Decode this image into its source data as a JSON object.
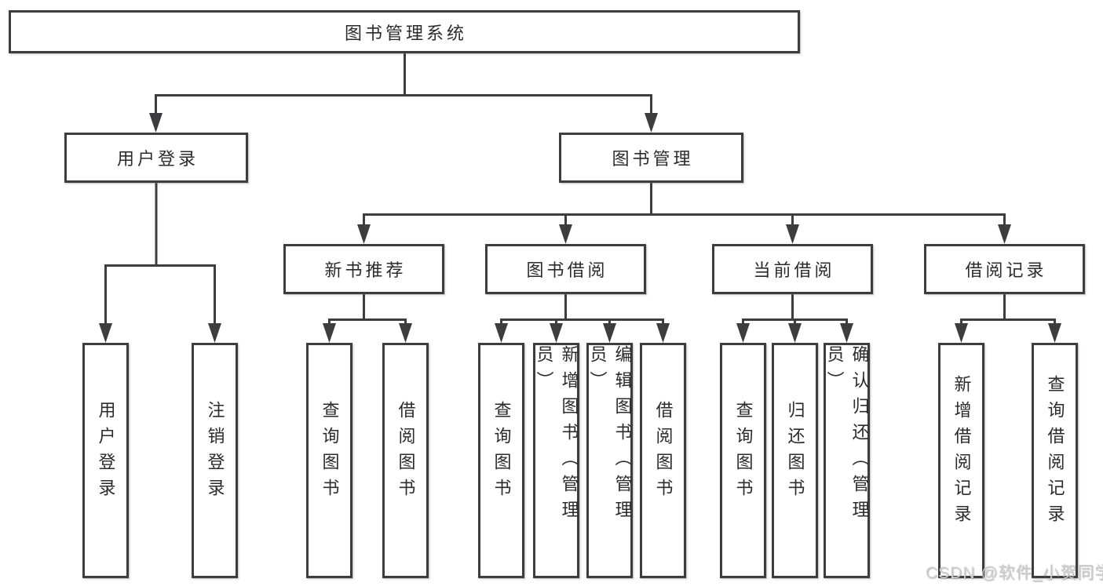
{
  "page": {
    "background": "#ffffff"
  },
  "colors": {
    "line": "#3d3d3f",
    "node_border": "#3d3d3f",
    "node_text": "#2b2b2b",
    "node_background": "#ffffff",
    "watermark_text_color": "#cfcfcf"
  },
  "watermark": {
    "text": "CSDN @软件_小贺同学"
  },
  "diagram": {
    "type": "tree",
    "tree": {
      "label": "图书管理系统",
      "children": [
        {
          "label": "用户登录",
          "children": [
            {
              "label": "用户登录"
            },
            {
              "label": "注销登录"
            }
          ]
        },
        {
          "label": "图书管理",
          "children": [
            {
              "label": "新书推荐",
              "children": [
                {
                  "label": "查询图书"
                },
                {
                  "label": "借阅图书"
                }
              ]
            },
            {
              "label": "图书借阅",
              "children": [
                {
                  "label": "查询图书"
                },
                {
                  "label": "新增图书（管理员）"
                },
                {
                  "label": "编辑图书（管理员）"
                },
                {
                  "label": "借阅图书"
                }
              ]
            },
            {
              "label": "当前借阅",
              "children": [
                {
                  "label": "查询图书"
                },
                {
                  "label": "归还图书"
                },
                {
                  "label": "确认归还（管理员）"
                }
              ]
            },
            {
              "label": "借阅记录",
              "children": [
                {
                  "label": "新增借阅记录"
                },
                {
                  "label": "查询借阅记录"
                }
              ]
            }
          ]
        }
      ]
    }
  }
}
